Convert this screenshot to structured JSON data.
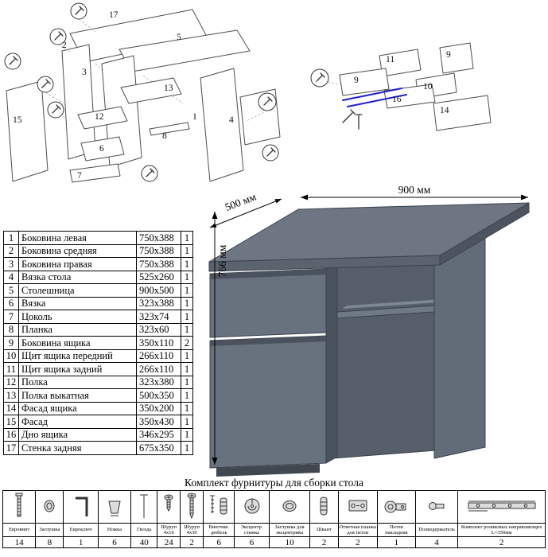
{
  "colors": {
    "desk_gray": "#6d7682",
    "desk_dark": "#4a525d",
    "accent_blue": "#1f1fd4"
  },
  "desk": {
    "width_label": "900 мм",
    "depth_label": "500 мм",
    "height_label": "766 мм"
  },
  "diagram_left": {
    "labels": [
      {
        "t": "17"
      },
      {
        "t": "5"
      },
      {
        "t": "2"
      },
      {
        "t": "3"
      },
      {
        "t": "13"
      },
      {
        "t": "12"
      },
      {
        "t": "15"
      },
      {
        "t": "6"
      },
      {
        "t": "7"
      },
      {
        "t": "1"
      },
      {
        "t": "4"
      },
      {
        "t": "8"
      }
    ]
  },
  "diagram_right": {
    "labels": [
      {
        "t": "11"
      },
      {
        "t": "9"
      },
      {
        "t": "9"
      },
      {
        "t": "10"
      },
      {
        "t": "16"
      },
      {
        "t": "14"
      }
    ]
  },
  "parts_table": {
    "rows": [
      {
        "n": "1",
        "name": "Боковина левая",
        "size": "750x388",
        "qty": "1"
      },
      {
        "n": "2",
        "name": "Боковина средняя",
        "size": "750x388",
        "qty": "1"
      },
      {
        "n": "3",
        "name": "Боковина правая",
        "size": "750x388",
        "qty": "1"
      },
      {
        "n": "4",
        "name": "Вязка стола",
        "size": "525x260",
        "qty": "1"
      },
      {
        "n": "5",
        "name": "Столешница",
        "size": "900x500",
        "qty": "1"
      },
      {
        "n": "6",
        "name": "Вязка",
        "size": "323x388",
        "qty": "1"
      },
      {
        "n": "7",
        "name": "Цоколь",
        "size": "323x74",
        "qty": "1"
      },
      {
        "n": "8",
        "name": "Планка",
        "size": "323x60",
        "qty": "1"
      },
      {
        "n": "9",
        "name": "Боковина ящика",
        "size": "350x110",
        "qty": "2"
      },
      {
        "n": "10",
        "name": "Щит ящика передний",
        "size": "266x110",
        "qty": "1"
      },
      {
        "n": "11",
        "name": "Щит ящика задний",
        "size": "266x110",
        "qty": "1"
      },
      {
        "n": "12",
        "name": "Полка",
        "size": "323x380",
        "qty": "1"
      },
      {
        "n": "13",
        "name": "Полка выкатная",
        "size": "500x350",
        "qty": "1"
      },
      {
        "n": "14",
        "name": "Фасад ящика",
        "size": "350x200",
        "qty": "1"
      },
      {
        "n": "15",
        "name": "Фасад",
        "size": "350x430",
        "qty": "1"
      },
      {
        "n": "16",
        "name": "Дно ящика",
        "size": "346x295",
        "qty": "1"
      },
      {
        "n": "17",
        "name": "Стенка задняя",
        "size": "675x350",
        "qty": "1"
      }
    ]
  },
  "hardware": {
    "title": "Комплект фурнитуры для сборки стола",
    "items": [
      {
        "name": "Евровинт",
        "qty": "14"
      },
      {
        "name": "Заглушка",
        "qty": "8"
      },
      {
        "name": "Евроключ",
        "qty": "1"
      },
      {
        "name": "Ножка",
        "qty": "6"
      },
      {
        "name": "Гвоздь",
        "qty": "40"
      },
      {
        "name": "Шуруп 4x16",
        "qty": "24"
      },
      {
        "name": "Шуруп 4x30",
        "qty": "2"
      },
      {
        "name": "Винтчив. дюбель",
        "qty": "6"
      },
      {
        "name": "Эксцентр. стяжка",
        "qty": "6"
      },
      {
        "name": "Заглушка для эксцентрика",
        "qty": "10"
      },
      {
        "name": "Шкант",
        "qty": "2"
      },
      {
        "name": "Ответная планка для петли",
        "qty": "2"
      },
      {
        "name": "Петля накладная",
        "qty": "1"
      },
      {
        "name": "Полкодержатель",
        "qty": "4"
      },
      {
        "name": "Комплект роликовых направляющих L=350мм",
        "qty": "2"
      }
    ]
  }
}
